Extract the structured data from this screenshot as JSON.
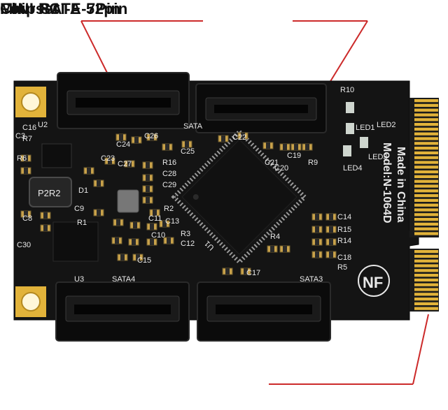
{
  "callouts": {
    "sata_ports": "Four SATA-7Pin",
    "chipset": "Chipset",
    "interface": "MINI PCI-E 52pin"
  },
  "silkscreen": {
    "made_in": "Made in China",
    "model": "Model:N-1064D",
    "sata_top": "SATA",
    "sata4": "SATA4",
    "sata3": "SATA3",
    "u1": "U1",
    "u2": "U2",
    "u3": "U3",
    "logo": "NF",
    "inductor": "P2R2",
    "refs": [
      "R10",
      "LED2",
      "LED1",
      "LED4",
      "LED3",
      "C22",
      "C21",
      "C20",
      "C19",
      "R9",
      "C25",
      "C26",
      "C24",
      "C23",
      "C27",
      "C28",
      "C29",
      "R16",
      "C9",
      "R1",
      "R2",
      "C11",
      "C13",
      "C10",
      "R3",
      "C12",
      "C15",
      "R4",
      "C17",
      "C14",
      "R15",
      "R14",
      "C18",
      "R5",
      "C16",
      "R7",
      "R6",
      "C8",
      "C30",
      "D1",
      "C3"
    ]
  },
  "colors": {
    "board": "#141414",
    "silkscreen": "#e8e8e8",
    "gold": "#e2b33a",
    "callout_line": "#cc2a2a"
  }
}
